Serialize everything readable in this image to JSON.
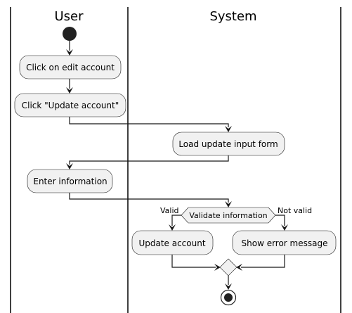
{
  "lanes": {
    "user": "User",
    "system": "System"
  },
  "actions": {
    "click_edit": "Click on edit account",
    "click_update": "Click \"Update account\"",
    "load_form": "Load update input form",
    "enter_info": "Enter information",
    "validate": "Validate information",
    "update_account": "Update account",
    "show_error": "Show error message"
  },
  "branches": {
    "valid": "Valid",
    "not_valid": "Not valid"
  },
  "colors": {
    "node_fill": "#f1f1f1",
    "stroke": "#181818"
  }
}
